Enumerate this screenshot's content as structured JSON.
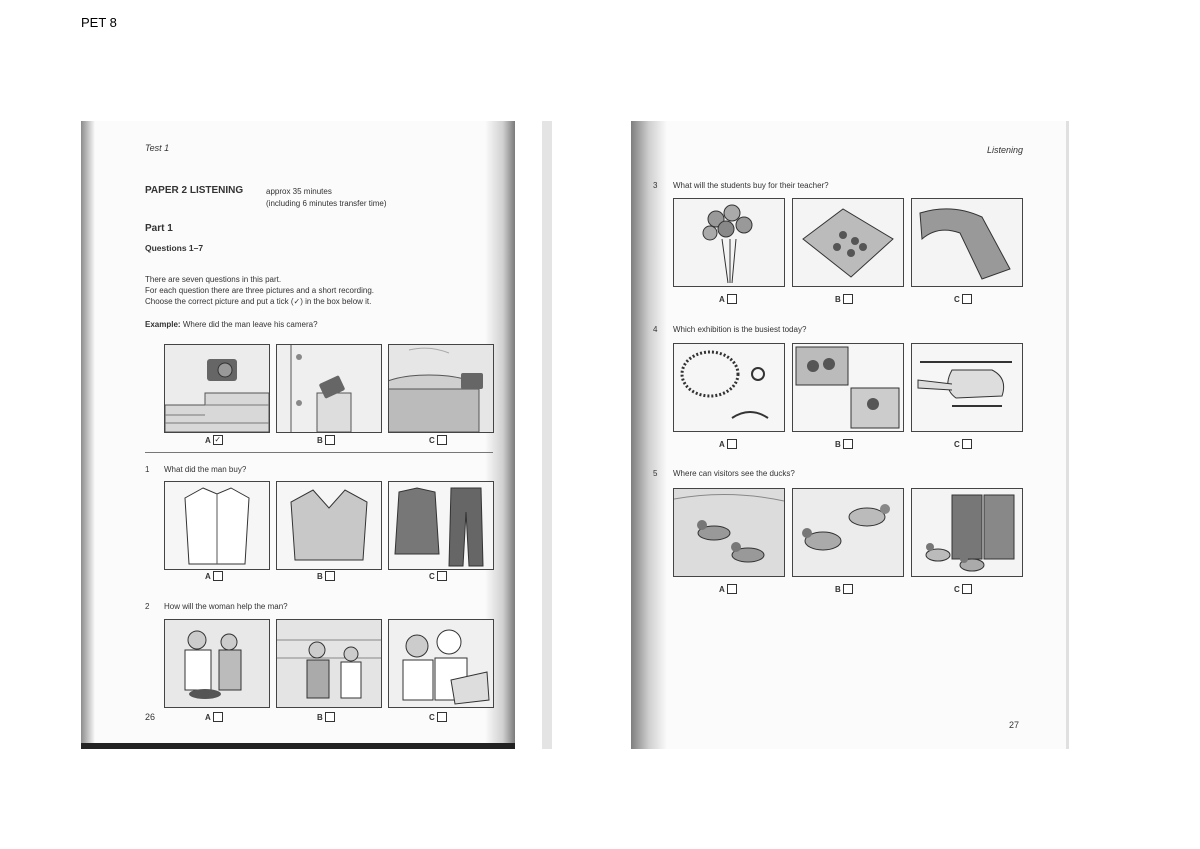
{
  "doc_label": "PET 8",
  "left_page": {
    "running_head": "Test 1",
    "paper_title": "PAPER 2   LISTENING",
    "time_line1": "approx 35 minutes",
    "time_line2": "(including 6 minutes transfer time)",
    "part": "Part 1",
    "questions_range": "Questions 1–7",
    "instructions": [
      "There are seven questions in this part.",
      "For each question there are three pictures and a short recording.",
      "Choose the correct picture and put a tick (✓) in the box below it."
    ],
    "example_label": "Example:",
    "example_question": "Where did the man leave his camera?",
    "example_tick": "✓",
    "q1_num": "1",
    "q1_text": "What did the man buy?",
    "q2_num": "2",
    "q2_text": "How will the woman help the man?",
    "page_number": "26"
  },
  "right_page": {
    "running_head": "Listening",
    "q3_num": "3",
    "q3_text": "What will the students buy for their teacher?",
    "q4_num": "4",
    "q4_text": "Which exhibition is the busiest today?",
    "q5_num": "5",
    "q5_text": "Where can visitors see the ducks?",
    "page_number": "27"
  },
  "options": {
    "a": "A",
    "b": "B",
    "c": "C"
  }
}
